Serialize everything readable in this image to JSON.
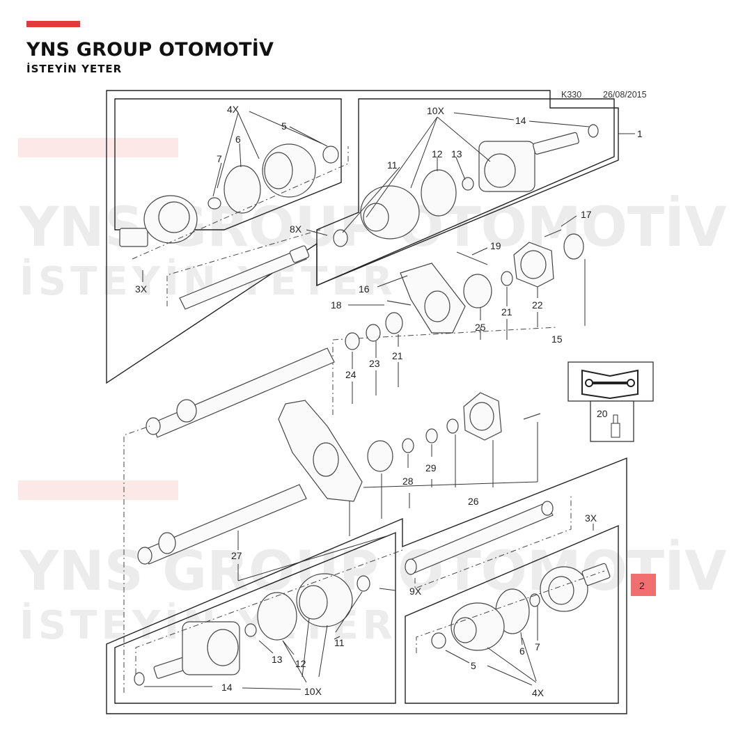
{
  "brand": {
    "name": "YNS GROUP OTOMOTİV",
    "tagline": "İSTEYİN YETER",
    "accent_color": "#e03a3a"
  },
  "watermark": {
    "name": "YNS GROUP OTOMOTİV",
    "tagline": "İSTEYİN YETER"
  },
  "diagram": {
    "code": "K330",
    "date": "26/08/2015",
    "callouts": {
      "c1": "1",
      "c2": "2",
      "q4x_a": "4X",
      "q5_a": "5",
      "q6_a": "6",
      "q7_a": "7",
      "q3x_a": "3X",
      "q8x": "8X",
      "q10x_a": "10X",
      "q14_a": "14",
      "q11_a": "11",
      "q12_a": "12",
      "q13_a": "13",
      "q17": "17",
      "q19": "19",
      "q16": "16",
      "q18": "18",
      "q25": "25",
      "q21_a": "21",
      "q22": "22",
      "q15": "15",
      "q23": "23",
      "q21_b": "21",
      "q24": "24",
      "q20": "20",
      "q28": "28",
      "q29": "29",
      "q26": "26",
      "q27": "27",
      "q3x_b": "3X",
      "q9x": "9X",
      "q13_b": "13",
      "q12_b": "12",
      "q11_b": "11",
      "q14_b": "14",
      "q10x_b": "10X",
      "q5_b": "5",
      "q6_b": "6",
      "q7_b": "7",
      "q4x_b": "4X"
    },
    "highlight_color": "#f07070"
  }
}
